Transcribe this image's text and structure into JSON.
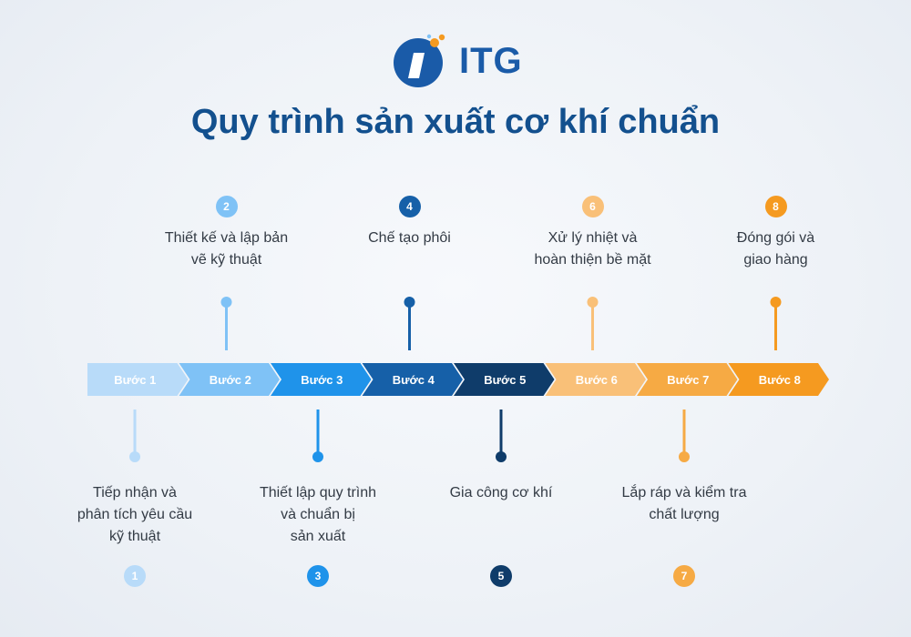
{
  "brand": {
    "name": "ITG"
  },
  "title": "Quy trình sản xuất cơ khí chuẩn",
  "colors": {
    "step1": "#b8dbf9",
    "step2": "#7fc2f6",
    "step3": "#1f93ea",
    "step4": "#1660a8",
    "step5": "#0f3c6a",
    "step6": "#f9c078",
    "step7": "#f6aa44",
    "step8": "#f59a20",
    "title": "#13508e",
    "logo": "#1a5ba8"
  },
  "steps": [
    {
      "num": "1",
      "label": "Bước 1",
      "desc": [
        "Tiếp nhận và",
        "phân tích yêu cầu",
        "kỹ thuật"
      ],
      "position": "below"
    },
    {
      "num": "2",
      "label": "Bước 2",
      "desc": [
        "Thiết kế và lập bản",
        "vẽ kỹ thuật"
      ],
      "position": "above"
    },
    {
      "num": "3",
      "label": "Bước 3",
      "desc": [
        "Thiết lập quy trình",
        "và chuẩn bị",
        "sản xuất"
      ],
      "position": "below"
    },
    {
      "num": "4",
      "label": "Bước 4",
      "desc": [
        "Chế tạo phôi"
      ],
      "position": "above"
    },
    {
      "num": "5",
      "label": "Bước 5",
      "desc": [
        "Gia công cơ khí"
      ],
      "position": "below"
    },
    {
      "num": "6",
      "label": "Bước 6",
      "desc": [
        "Xử lý nhiệt và",
        "hoàn thiện bề mặt"
      ],
      "position": "above"
    },
    {
      "num": "7",
      "label": "Bước 7",
      "desc": [
        "Lắp ráp và kiểm tra",
        "chất lượng"
      ],
      "position": "below"
    },
    {
      "num": "8",
      "label": "Bước 8",
      "desc": [
        "Đóng gói và",
        "giao hàng"
      ],
      "position": "above"
    }
  ]
}
